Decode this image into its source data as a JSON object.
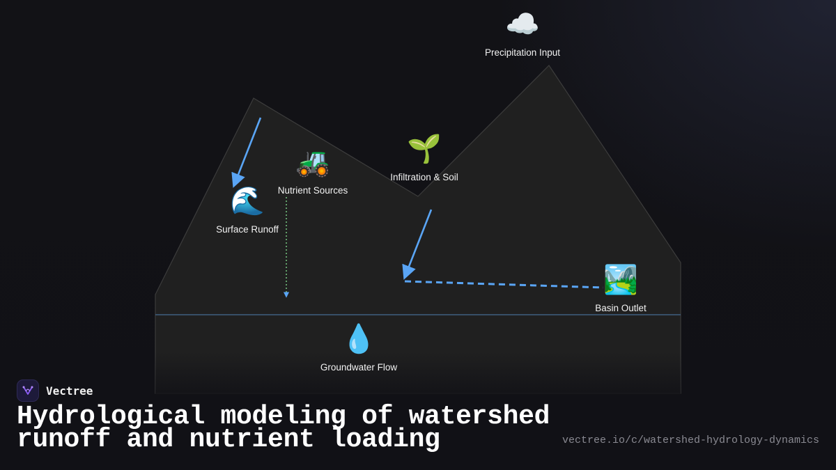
{
  "brand": {
    "name": "Vectree",
    "logo_icon": "vectree-logo-icon",
    "accent": "#8b5cf6"
  },
  "title": "Hydrological modeling of watershed runoff and nutrient loading",
  "url": "vectree.io/c/watershed-hydrology-dynamics",
  "diagram": {
    "nodes": {
      "precipitation": {
        "label": "Precipitation Input",
        "icon": "☁️",
        "icon_name": "cloud-icon"
      },
      "surface_runoff": {
        "label": "Surface Runoff",
        "icon": "🌊",
        "icon_name": "wave-icon"
      },
      "nutrient_sources": {
        "label": "Nutrient Sources",
        "icon": "🚜",
        "icon_name": "tractor-icon"
      },
      "infiltration": {
        "label": "Infiltration & Soil",
        "icon": "🌱",
        "icon_name": "seedling-icon"
      },
      "basin_outlet": {
        "label": "Basin Outlet",
        "icon": "🏞️",
        "icon_name": "national-park-icon"
      },
      "groundwater": {
        "label": "Groundwater Flow",
        "icon": "💧",
        "icon_name": "droplet-icon"
      }
    },
    "colors": {
      "terrain_fill": "#202020",
      "terrain_stroke": "#3c3c3c",
      "water_table": "#3f5f80",
      "flow_arrow": "#5aa5f5",
      "nutrient_arrow": "#7fd68a"
    }
  }
}
